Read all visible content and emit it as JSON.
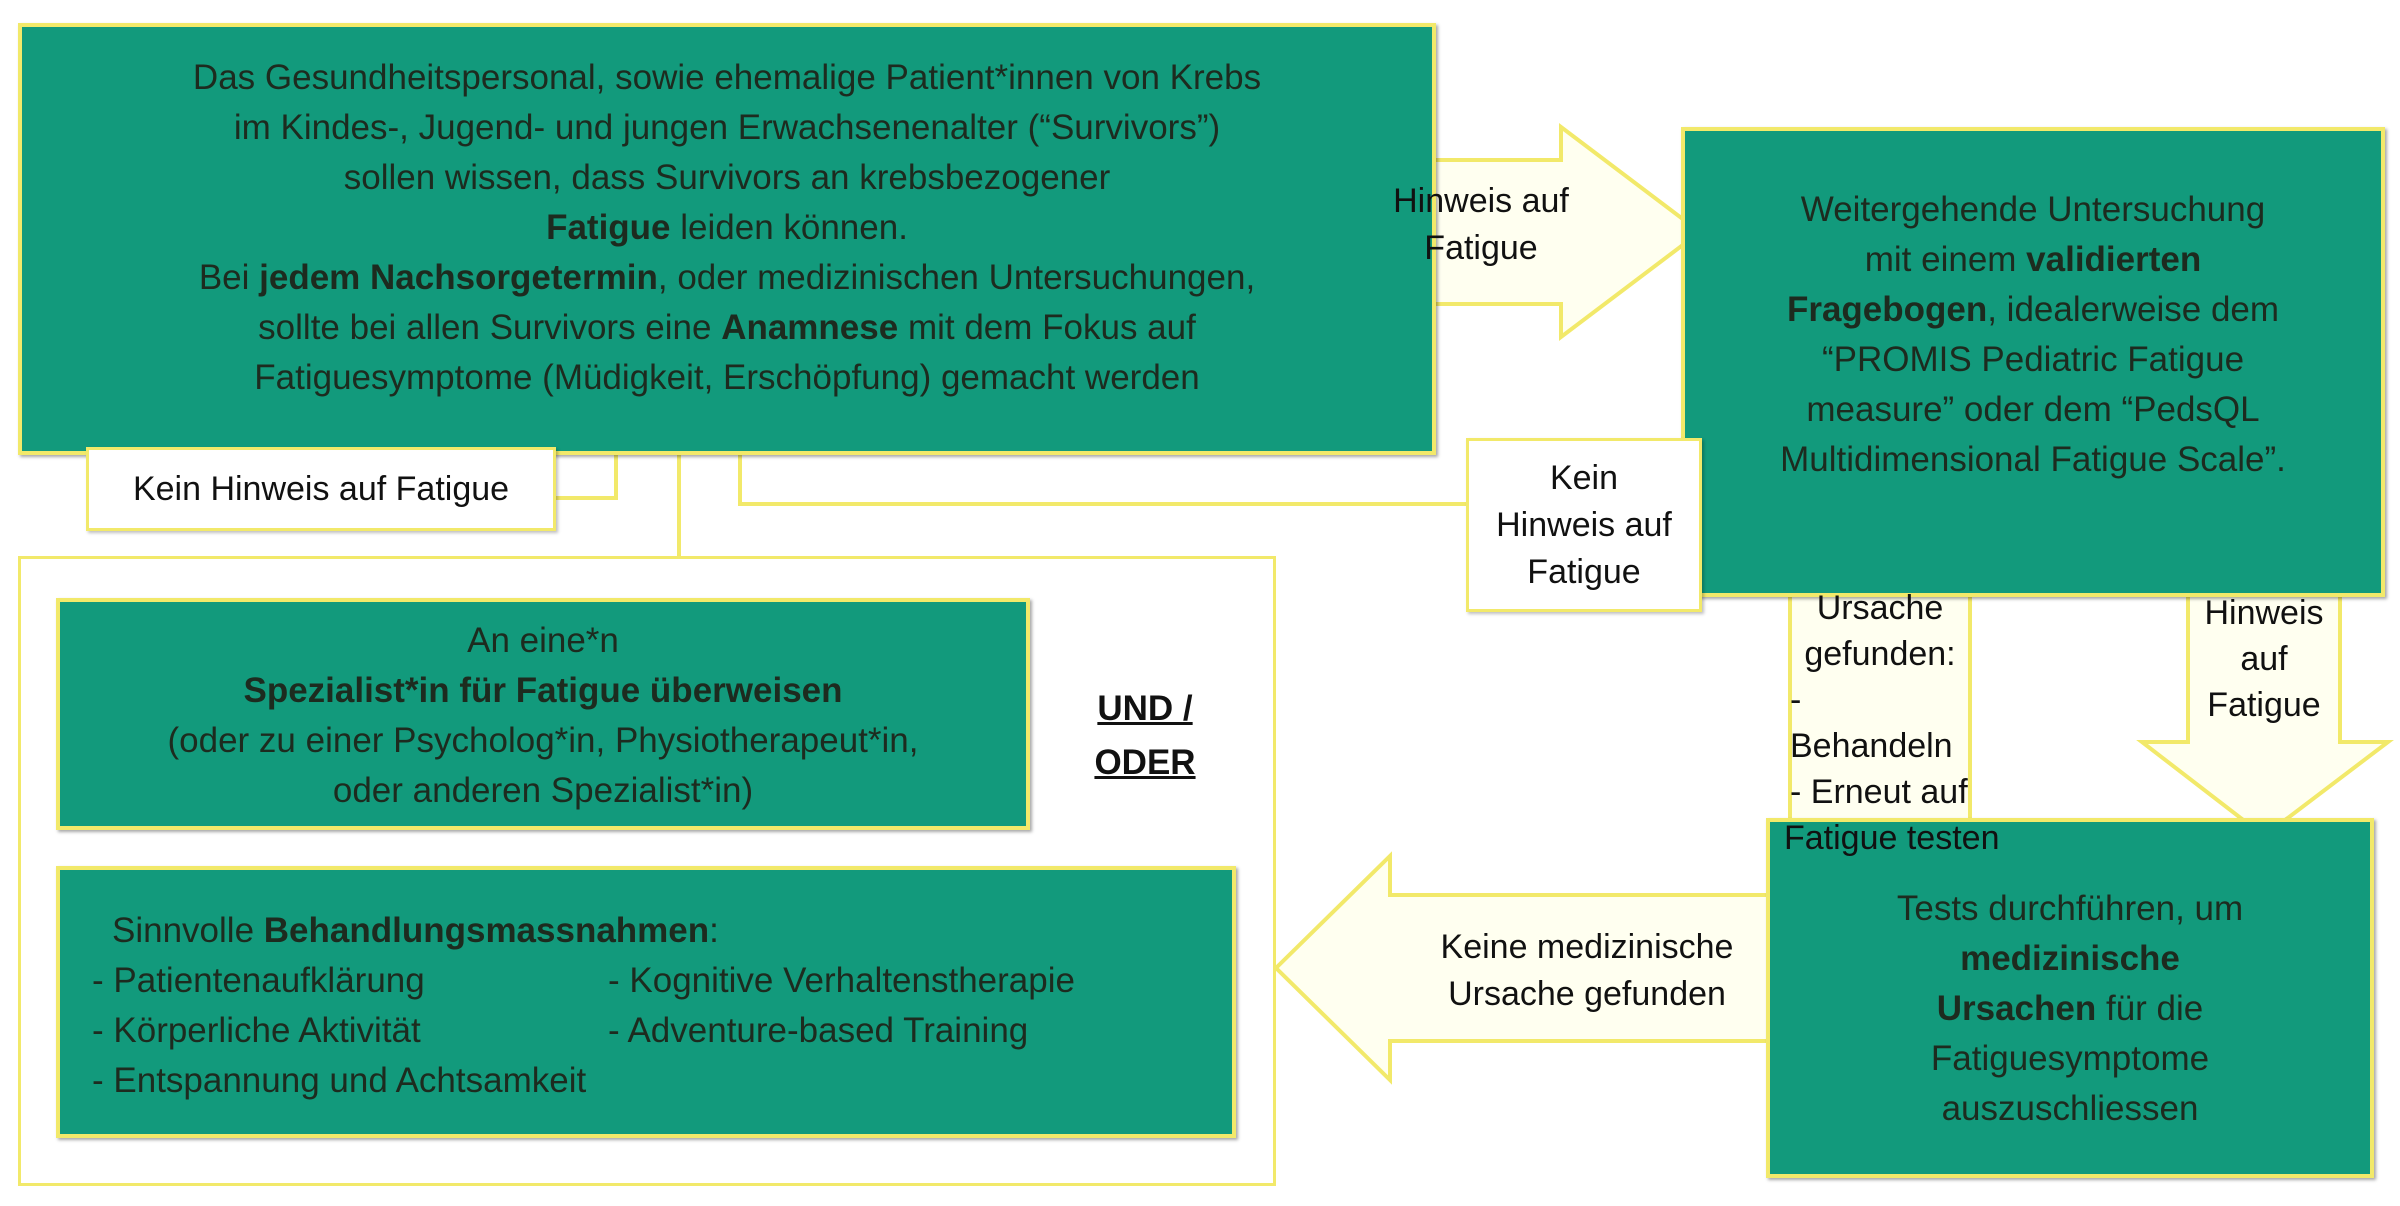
{
  "top_box": {
    "line1": "Das Gesundheitspersonal, sowie ehemalige Patient*innen von Krebs",
    "line2": "im Kindes-, Jugend- und jungen Erwachsenenalter (“Survivors”)",
    "line3": "sollen wissen, dass Survivors an krebsbezogener",
    "line4_bold": "Fatigue",
    "line4_rest": " leiden können.",
    "line5_a": "Bei ",
    "line5_bold": "jedem Nachsorgetermin",
    "line5_b": ", oder medizinischen Untersuchungen,",
    "line6_a": "sollte bei allen Survivors eine ",
    "line6_bold": "Anamnese",
    "line6_b": " mit dem Fokus auf",
    "line7": "Fatiguesymptome (Müdigkeit, Erschöpfung) gemacht werden"
  },
  "right_box": {
    "line1": "Weitergehende Untersuchung",
    "line2_a": "mit einem ",
    "line2_bold": "validierten",
    "line3_bold": "Fragebogen",
    "line3_b": ", idealerweise dem",
    "line4": "“PROMIS Pediatric Fatigue",
    "line5": "measure” oder dem “PedsQL",
    "line6": "Multidimensional Fatigue Scale”."
  },
  "tests_box": {
    "line1": "Tests durchführen, um",
    "line2_bold": "medizinische",
    "line3_bold": "Ursachen",
    "line3_b": " für die",
    "line4": "Fatiguesymptome",
    "line5": "auszuschliessen"
  },
  "specialist_box": {
    "line1": "An eine*n",
    "line2_bold": "Spezialist*in für Fatigue überweisen",
    "line3": "(oder zu einer Psycholog*in, Physiotherapeut*in,",
    "line4": "oder anderen Spezialist*in)"
  },
  "treatment_box": {
    "title_a": "Sinnvolle ",
    "title_bold": "Behandlungsmassnahmen",
    "title_b": ":",
    "items_left": [
      "-  Patientenaufklärung",
      "-  Körperliche Aktivität",
      "-  Entspannung und Achtsamkeit"
    ],
    "items_right": [
      "- Kognitive Verhaltenstherapie",
      "- Adventure-based Training"
    ]
  },
  "und_oder": {
    "line1": "UND /",
    "line2": "ODER"
  },
  "labels": {
    "kein_hinweis_left": "Kein Hinweis auf Fatigue",
    "hinweis_top": [
      "Hinweis auf",
      "Fatigue"
    ],
    "kein_hinweis_right": [
      "Kein",
      "Hinweis auf",
      "Fatigue"
    ],
    "hinweis_down": [
      "Hinweis",
      "auf",
      "Fatigue"
    ],
    "ursache": [
      "Ursache",
      "gefunden:",
      "- Behandeln",
      "- Erneut auf",
      "Fatigue testen"
    ],
    "keine_ursache": [
      "Keine medizinische",
      "Ursache gefunden"
    ]
  },
  "colors": {
    "box_fill": "#129a7c",
    "border": "#f2e96a",
    "arrow_fill": "#fffff0"
  }
}
